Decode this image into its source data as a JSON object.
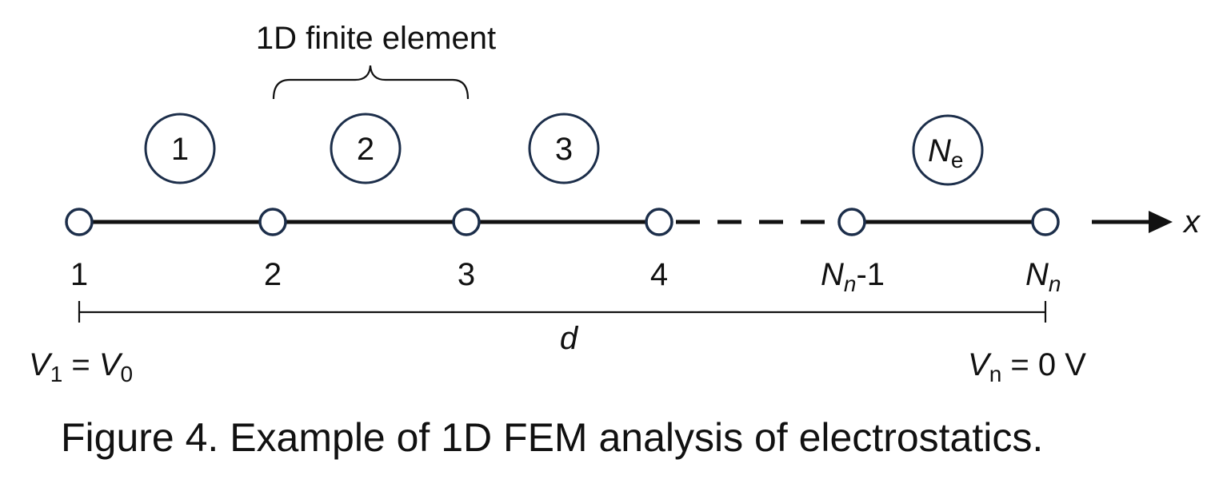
{
  "header": {
    "label": "1D finite element"
  },
  "elements": [
    {
      "main": "1",
      "sub": ""
    },
    {
      "main": "2",
      "sub": ""
    },
    {
      "main": "3",
      "sub": ""
    },
    {
      "main": "N",
      "sub": "e"
    }
  ],
  "nodes": [
    {
      "main": "1",
      "sub": "",
      "suffix": ""
    },
    {
      "main": "2",
      "sub": "",
      "suffix": ""
    },
    {
      "main": "3",
      "sub": "",
      "suffix": ""
    },
    {
      "main": "4",
      "sub": "",
      "suffix": ""
    },
    {
      "main": "N",
      "sub": "n",
      "suffix": "-1"
    },
    {
      "main": "N",
      "sub": "n",
      "suffix": ""
    }
  ],
  "axis": {
    "label": "x"
  },
  "length": {
    "label": "d"
  },
  "boundary": {
    "left": {
      "v": "V",
      "sub": "1",
      "eq": " = ",
      "v2": "V",
      "sub2": "0"
    },
    "right": {
      "v": "V",
      "sub": "n",
      "rest": " = 0 V"
    }
  },
  "caption": "Figure 4. Example of 1D FEM analysis of electrostatics.",
  "colors": {
    "ink": "#111111",
    "node_stroke": "#1c2e4a",
    "background": "#ffffff"
  }
}
